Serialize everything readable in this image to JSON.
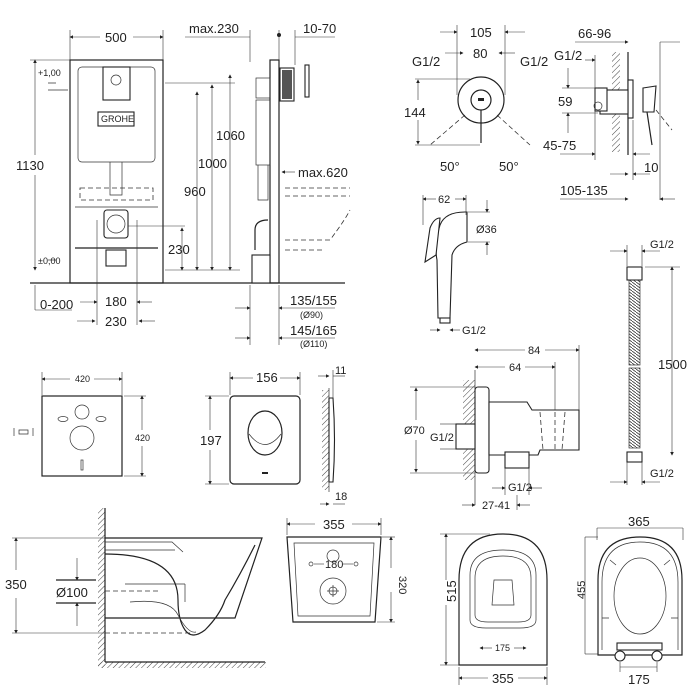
{
  "logo": "GROHE",
  "frame": {
    "width": "500",
    "max_depth": "max.230",
    "wall_gap": "10-70",
    "level_top": "+1,00",
    "level_zero": "±0,00",
    "height_total": "1130",
    "height_1060": "1060",
    "height_1000": "1000",
    "height_960": "960",
    "max_620": "max.620",
    "drain_height": "230",
    "floor_adjust": "0-200",
    "bolt_180": "180",
    "bolt_230": "230",
    "pipe_90": "135/155",
    "pipe_90_dia": "(Ø90)",
    "pipe_110": "145/165",
    "pipe_110_dia": "(Ø110)"
  },
  "mixer": {
    "width_105": "105",
    "width_80": "80",
    "thread_left": "G1/2",
    "thread_right": "G1/2",
    "height_144": "144",
    "angle_left": "50°",
    "angle_right": "50°",
    "depth_66_96": "66-96",
    "thread_side": "G1/2",
    "height_59": "59",
    "depth_45_75": "45-75",
    "depth_10": "10",
    "depth_105_135": "105-135"
  },
  "hand_shower": {
    "length_62": "62",
    "diameter": "Ø36",
    "thread": "G1/2"
  },
  "hose": {
    "thread_top": "G1/2",
    "length": "1500",
    "thread_bottom": "G1/2"
  },
  "elbow": {
    "depth_84": "84",
    "depth_64": "64",
    "diameter": "Ø70",
    "thread_inlet": "G1/2",
    "thread_outlet": "G1/2",
    "offset": "27-41"
  },
  "sound_panel": {
    "width": "420",
    "height": "420"
  },
  "flush_plate": {
    "width": "156",
    "height": "197",
    "depth_11": "11",
    "depth_18": "18"
  },
  "bowl_side": {
    "height": "350",
    "outlet_dia": "Ø100"
  },
  "bowl_back": {
    "width": "355",
    "bolt_spacing": "180",
    "height": "320"
  },
  "bowl_top": {
    "length": "515",
    "bolt_spacing": "175",
    "width": "355"
  },
  "seat": {
    "width": "365",
    "length": "455",
    "hinge_spacing": "175"
  }
}
